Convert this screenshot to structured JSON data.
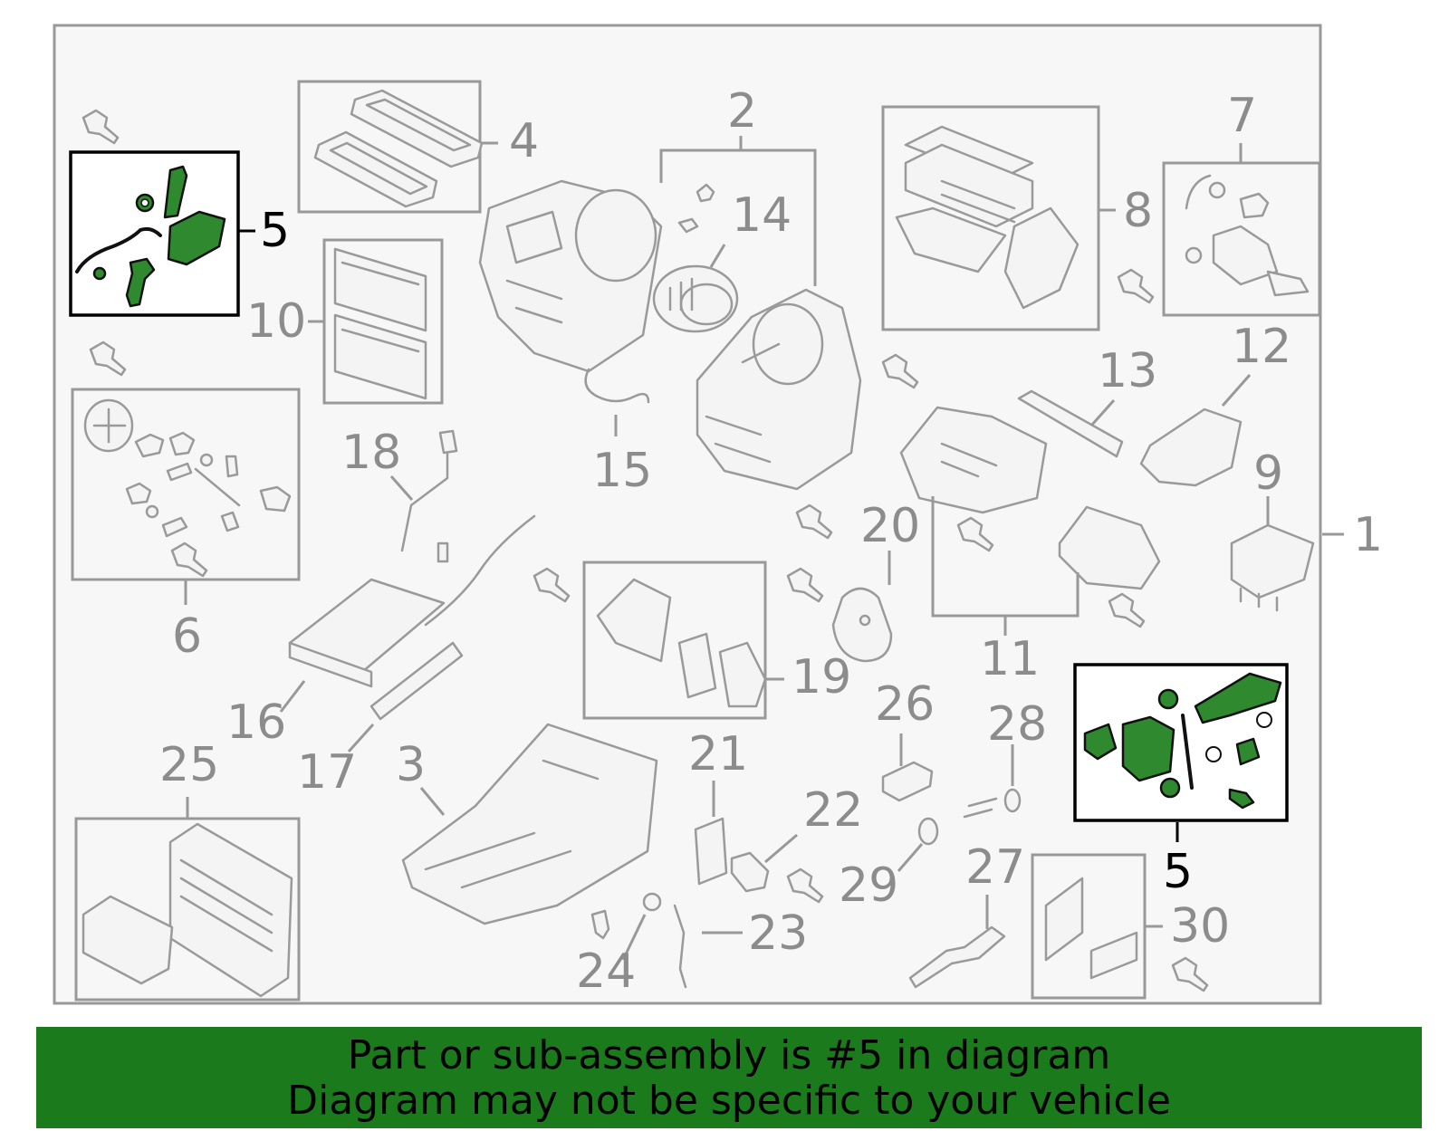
{
  "callouts": {
    "n1": "1",
    "n2": "2",
    "n3": "3",
    "n4": "4",
    "n5a": "5",
    "n5b": "5",
    "n6": "6",
    "n7": "7",
    "n8": "8",
    "n9": "9",
    "n10": "10",
    "n11": "11",
    "n12": "12",
    "n13": "13",
    "n14": "14",
    "n15": "15",
    "n16": "16",
    "n17": "17",
    "n18": "18",
    "n19": "19",
    "n20": "20",
    "n21": "21",
    "n22": "22",
    "n23": "23",
    "n24": "24",
    "n25": "25",
    "n26": "26",
    "n27": "27",
    "n28": "28",
    "n29": "29",
    "n30": "30"
  },
  "highlight": {
    "part_number": "5",
    "color": "#2f8a2f"
  },
  "banner": {
    "line1": "Part or sub-assembly is #5 in diagram",
    "line2": "Diagram may not be specific to your vehicle",
    "background": "#1b7a1b"
  }
}
